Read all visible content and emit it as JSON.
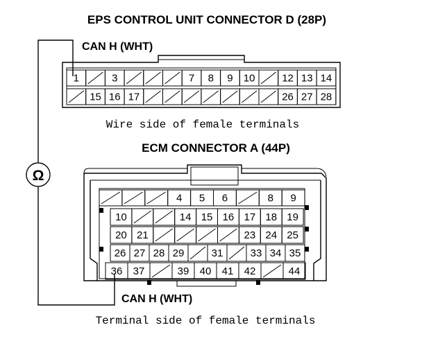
{
  "connector_d": {
    "title": "EPS CONTROL UNIT CONNECTOR D (28P)",
    "wire_label": "CAN H (WHT)",
    "caption": "Wire side of female terminals",
    "row1": [
      "1",
      "",
      "3",
      "",
      "",
      "",
      "7",
      "8",
      "9",
      "10",
      "",
      "12",
      "13",
      "14"
    ],
    "row2": [
      "",
      "15",
      "16",
      "17",
      "",
      "",
      "",
      "",
      "",
      "",
      "",
      "26",
      "27",
      "28"
    ]
  },
  "connector_a": {
    "title": "ECM CONNECTOR A (44P)",
    "wire_label": "CAN H (WHT)",
    "caption": "Terminal side of female terminals",
    "row1": [
      "",
      "",
      "",
      "4",
      "5",
      "6",
      "",
      "8",
      "9"
    ],
    "row2": [
      "10",
      "",
      "",
      "14",
      "15",
      "16",
      "17",
      "18",
      "19"
    ],
    "row3": [
      "20",
      "21",
      "",
      "",
      "",
      "",
      "23",
      "24",
      "25"
    ],
    "row4": [
      "26",
      "27",
      "28",
      "29",
      "",
      "31",
      "",
      "33",
      "34",
      "35"
    ],
    "row5": [
      "36",
      "37",
      "",
      "39",
      "40",
      "41",
      "42",
      "",
      "44"
    ]
  },
  "meter": {
    "symbol": "Ω"
  }
}
